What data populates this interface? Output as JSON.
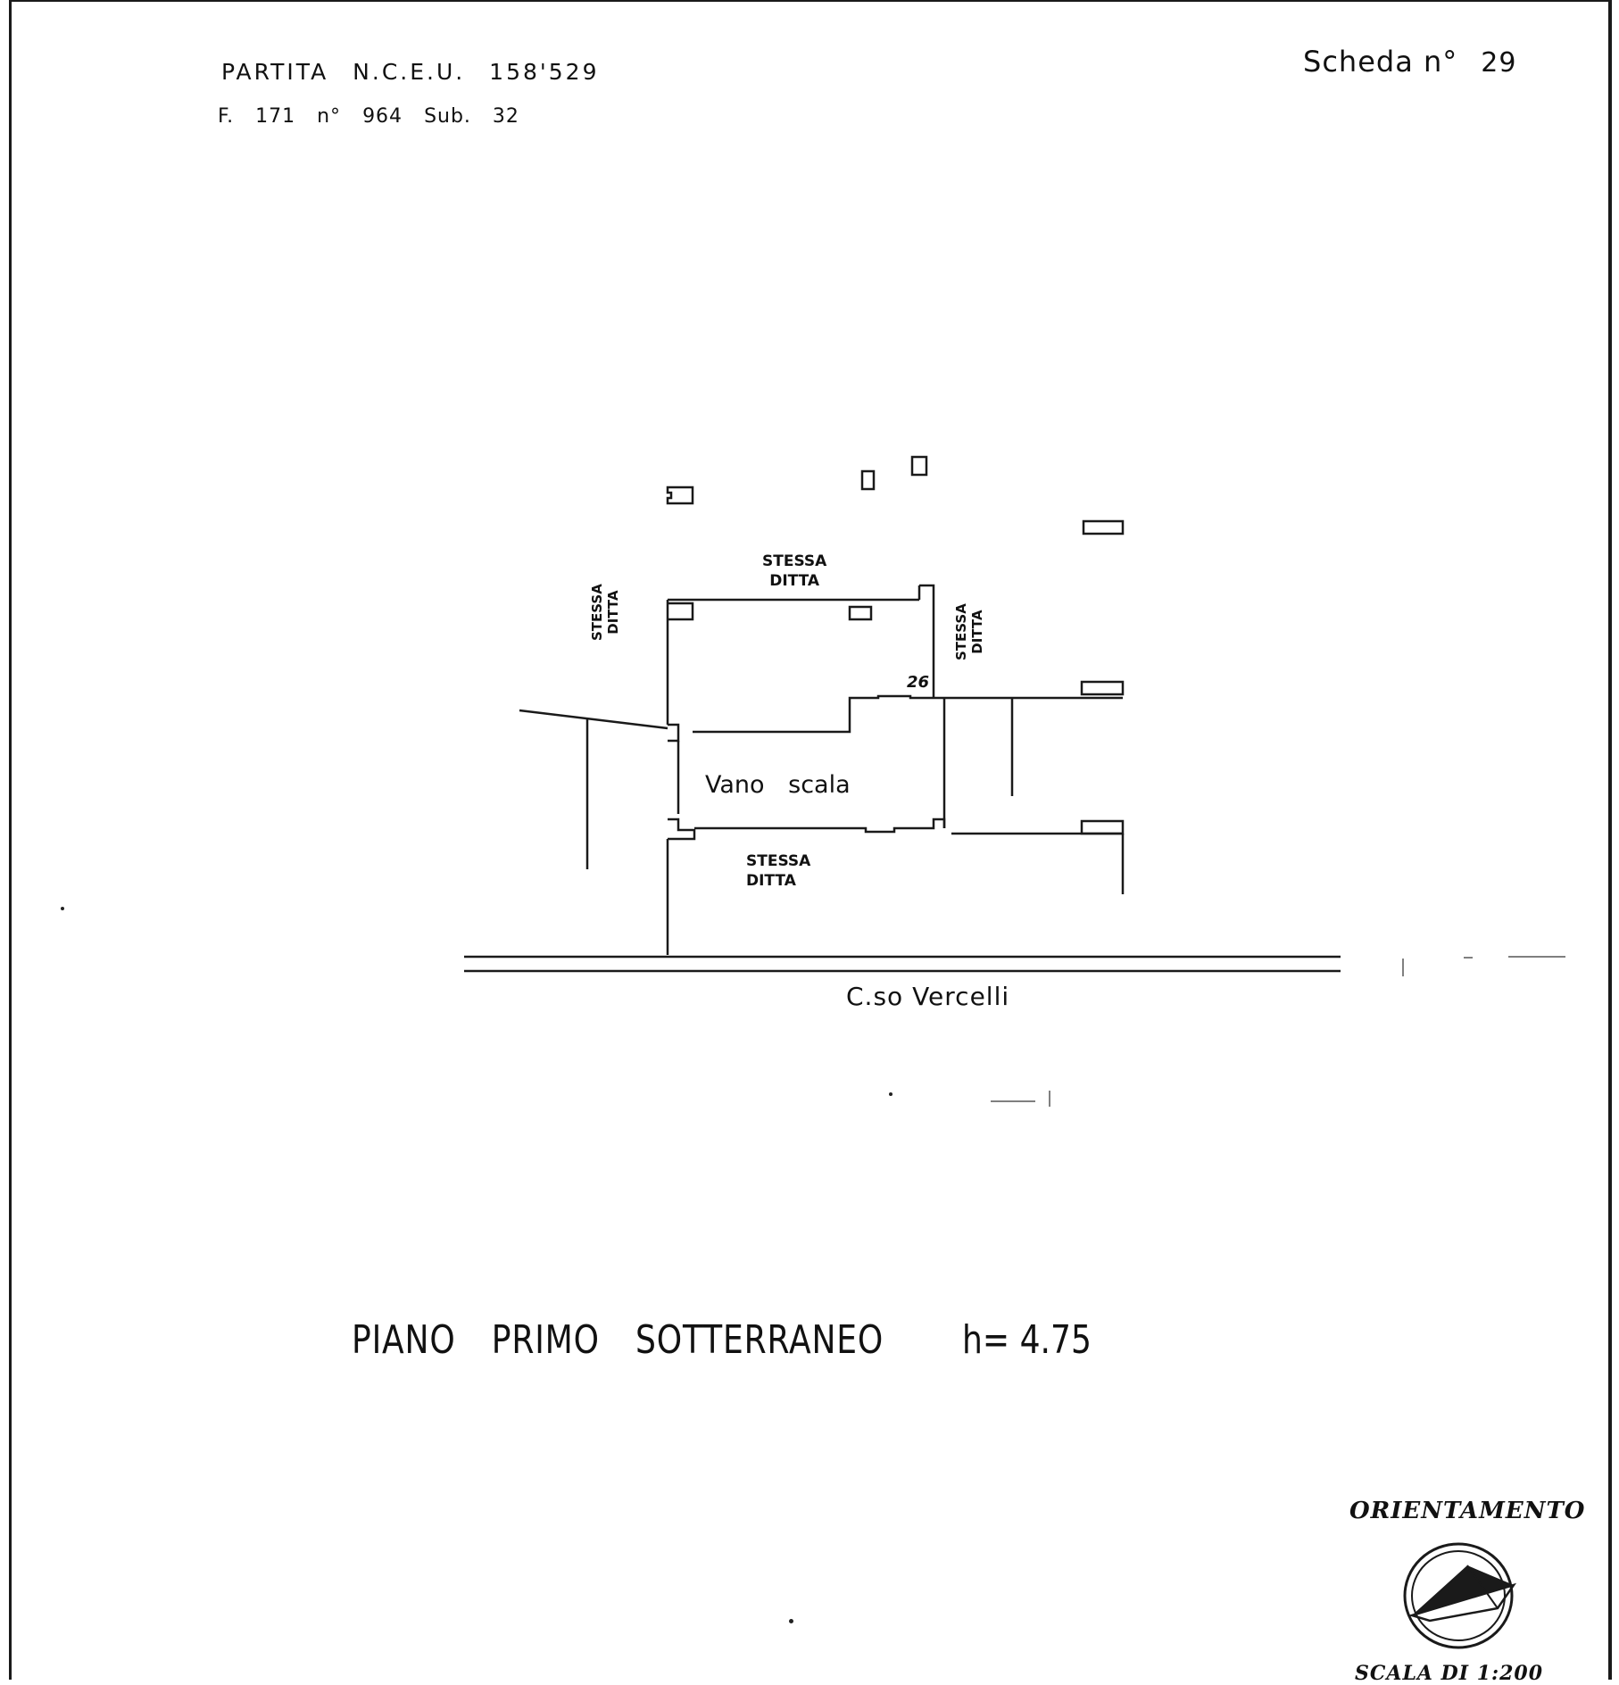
{
  "header": {
    "partita_label": "PARTITA",
    "registry": "N.C.E.U.",
    "partita_number": "158'529",
    "foglio": "F. 171",
    "numero_label": "n°",
    "numero_value": "964",
    "subalterno": "Sub. 32"
  },
  "scheda": {
    "label": "Scheda n°",
    "number": "29"
  },
  "plan": {
    "label_top": [
      "STESSA",
      "DITTA"
    ],
    "label_left": [
      "STESSA",
      "DITTA"
    ],
    "label_right": [
      "STESSA",
      "DITTA"
    ],
    "label_bottom": [
      "STESSA",
      "DITTA"
    ],
    "unit_number": "26",
    "room_label": "Vano scala",
    "street_label": "C.so Vercelli"
  },
  "footer": {
    "floor_title": "PIANO PRIMO SOTTERRANEO",
    "height_label": "h= 4.75"
  },
  "legend": {
    "orientation_label": "ORIENTAMENTO",
    "scale_label": "SCALA DI 1:200"
  }
}
